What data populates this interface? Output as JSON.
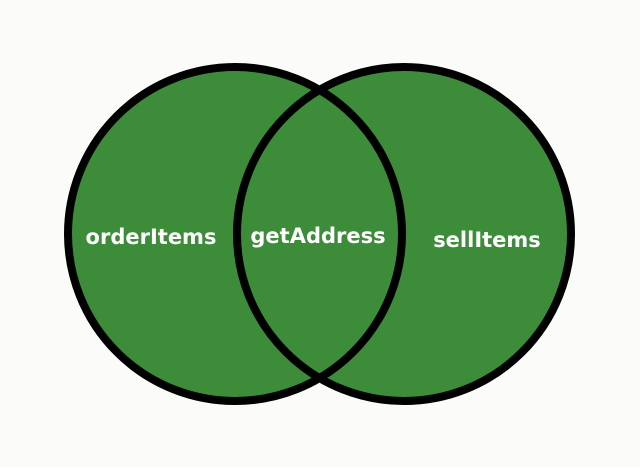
{
  "diagram": {
    "type": "venn",
    "colors": {
      "background": "#fbfcf9",
      "fill": "#3c8c3a",
      "outline": "#000000",
      "text": "#ffffff"
    },
    "sets": {
      "left": {
        "label": "orderItems"
      },
      "intersection": {
        "label": "getAddress"
      },
      "right": {
        "label": "sellItems"
      }
    }
  }
}
